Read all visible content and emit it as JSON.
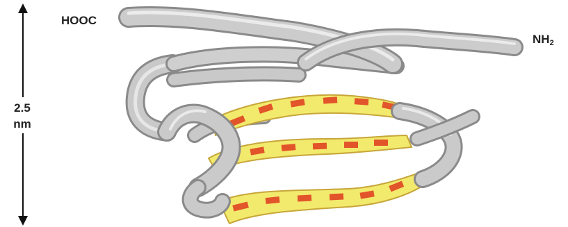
{
  "dimension": {
    "value": "2.5",
    "unit": "nm"
  },
  "termini": {
    "c_terminus": "HOOC",
    "n_terminus_main": "NH",
    "n_terminus_sub": "2"
  },
  "colors": {
    "backbone_fill": "#c9c9c9",
    "backbone_edge": "#8a8a8a",
    "backbone_highlight": "#f0f0f0",
    "sheet_fill": "#f2ea6c",
    "sheet_edge": "#c7a63a",
    "sheet_pleat": "#e2542a",
    "text": "#222222"
  }
}
